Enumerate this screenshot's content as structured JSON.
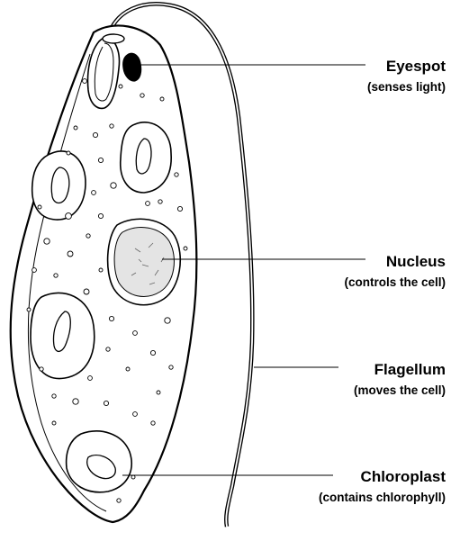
{
  "diagram": {
    "labels": [
      {
        "id": "eyespot",
        "title": "Eyespot",
        "subtitle": "(senses light)"
      },
      {
        "id": "nucleus",
        "title": "Nucleus",
        "subtitle": "(controls the cell)"
      },
      {
        "id": "flagellum",
        "title": "Flagellum",
        "subtitle": "(moves the cell)"
      },
      {
        "id": "chloroplast",
        "title": "Chloroplast",
        "subtitle": "(contains chlorophyll)"
      }
    ],
    "colors": {
      "outline": "#000000",
      "cell_fill": "#ffffff",
      "nucleus_fill": "#e4e4e4",
      "eyespot_fill": "#000000"
    }
  }
}
